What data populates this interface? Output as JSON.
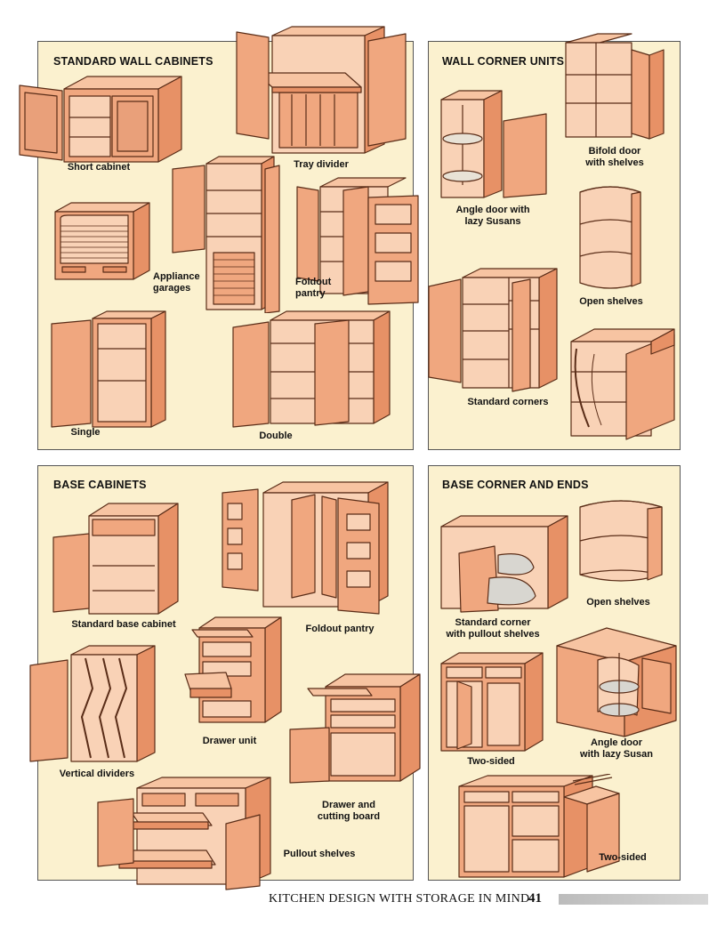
{
  "colors": {
    "panel_bg": "#fbf1cf",
    "cabinet_front": "#f0a77f",
    "cabinet_side": "#e79166",
    "cabinet_top": "#f7c4a2",
    "cabinet_interior": "#f9d2b6",
    "outline": "#5a2d18"
  },
  "panels": {
    "standard_wall": {
      "title": "STANDARD WALL CABINETS",
      "captions": {
        "short": "Short cabinet",
        "tray": "Tray divider",
        "appliance": "Appliance\ngarages",
        "foldout": "Foldout\npantry",
        "single": "Single",
        "double": "Double"
      }
    },
    "wall_corner": {
      "title": "WALL CORNER UNITS",
      "captions": {
        "bifold": "Bifold door\nwith shelves",
        "angle": "Angle door with\nlazy Susans",
        "open": "Open shelves",
        "standard": "Standard corners"
      }
    },
    "base": {
      "title": "BASE CABINETS",
      "captions": {
        "standard": "Standard base cabinet",
        "foldout": "Foldout pantry",
        "drawer": "Drawer unit",
        "vertical": "Vertical dividers",
        "cutting": "Drawer and\ncutting board",
        "pullout": "Pullout shelves"
      }
    },
    "base_corner": {
      "title": "BASE CORNER AND ENDS",
      "captions": {
        "standard": "Standard corner\nwith pullout shelves",
        "open": "Open shelves",
        "angle": "Angle door\nwith lazy Susan",
        "two_sided_1": "Two-sided",
        "two_sided_2": "Two-sided"
      }
    }
  },
  "footer": {
    "text": "KITCHEN DESIGN WITH STORAGE IN MIND",
    "page": "41"
  }
}
